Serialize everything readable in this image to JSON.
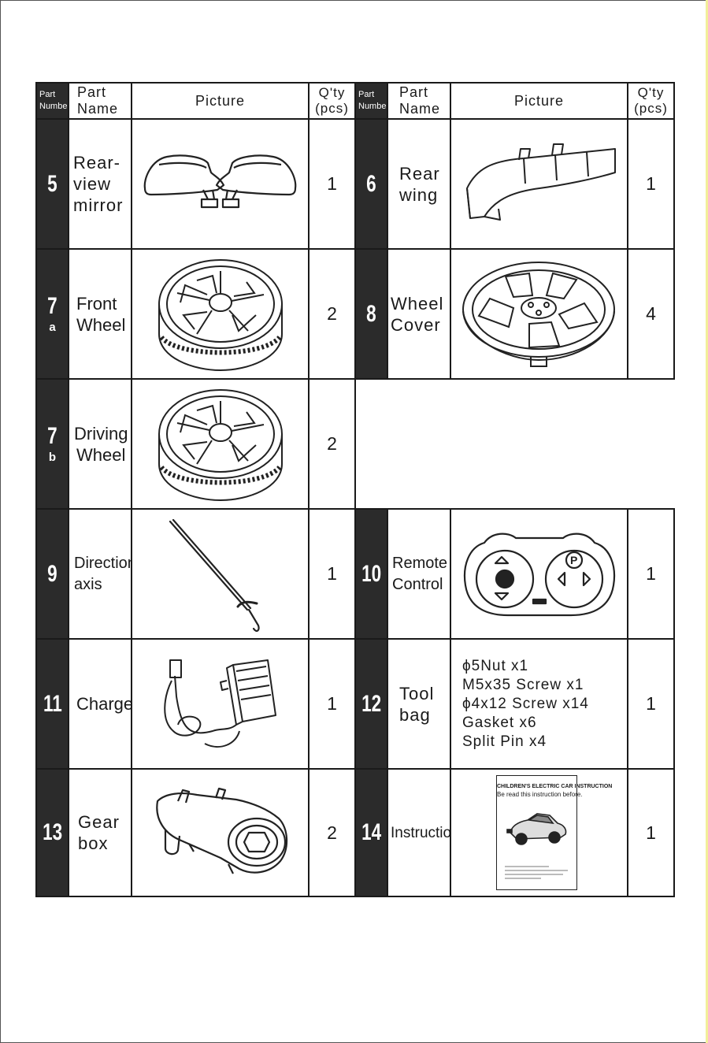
{
  "headers": {
    "part_number": [
      "Part",
      "Number"
    ],
    "part_name": [
      "Part",
      "Name"
    ],
    "picture": "Picture",
    "qty": [
      "Q'ty",
      "(pcs)"
    ]
  },
  "parts": [
    {
      "number": "5",
      "sub": "",
      "name": [
        "Rear-",
        "view",
        "mirror"
      ],
      "qty": "1",
      "icon": "rear-view-mirror-icon"
    },
    {
      "number": "6",
      "sub": "",
      "name": [
        "Rear",
        "wing"
      ],
      "qty": "1",
      "icon": "rear-wing-icon"
    },
    {
      "number": "7",
      "sub": "a",
      "name": [
        "Front",
        "Wheel"
      ],
      "qty": "2",
      "icon": "front-wheel-icon"
    },
    {
      "number": "8",
      "sub": "",
      "name": [
        "Wheel",
        "Cover"
      ],
      "qty": "4",
      "icon": "wheel-cover-icon"
    },
    {
      "number": "7",
      "sub": "b",
      "name": [
        "Driving",
        "Wheel"
      ],
      "qty": "2",
      "icon": "driving-wheel-icon"
    },
    {
      "number": "9",
      "sub": "",
      "name": [
        "Direction",
        "axis"
      ],
      "qty": "1",
      "icon": "direction-axis-icon"
    },
    {
      "number": "10",
      "sub": "",
      "name": [
        "Remote",
        "Control"
      ],
      "qty": "1",
      "icon": "remote-control-icon"
    },
    {
      "number": "11",
      "sub": "",
      "name": [
        "Charger"
      ],
      "qty": "1",
      "icon": "charger-icon"
    },
    {
      "number": "12",
      "sub": "",
      "name": [
        "Tool",
        "bag"
      ],
      "qty": "1",
      "icon": "tool-bag-list",
      "contents": [
        "ϕ5Nut  x1",
        "M5x35 Screw  x1",
        "ϕ4x12 Screw  x14",
        "Gasket  x6",
        "Split Pin  x4"
      ]
    },
    {
      "number": "13",
      "sub": "",
      "name": [
        "Gear",
        "box"
      ],
      "qty": "2",
      "icon": "gear-box-icon"
    },
    {
      "number": "14",
      "sub": "",
      "name": [
        "Instruction"
      ],
      "qty": "1",
      "icon": "instruction-manual-icon",
      "manual_text": [
        "CHILDREN'S ELECTRIC CAR INSTRUCTION",
        "Be read this instruction before."
      ]
    }
  ]
}
